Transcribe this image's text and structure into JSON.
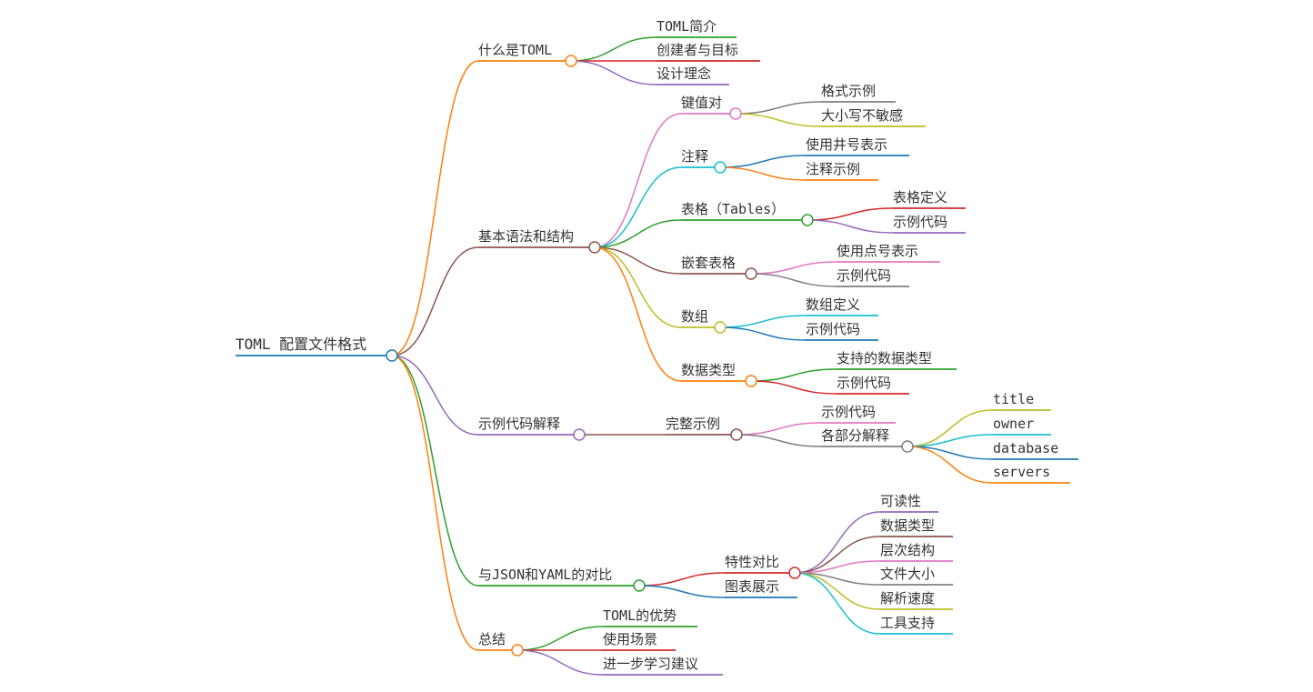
{
  "colors": {
    "root": "#1f77b4",
    "orange": "#ff7f0e",
    "brown": "#8c564b",
    "purple": "#9467bd",
    "green": "#2ca02c",
    "red": "#d62728",
    "pink": "#e377c2",
    "gray": "#7f7f7f",
    "olive": "#bcbd22",
    "cyan": "#17becf",
    "blue": "#1f77b4"
  },
  "mindmap": {
    "root": "TOML 配置文件格式",
    "what_is": {
      "label": "什么是TOML",
      "children": [
        "TOML简介",
        "创建者与目标",
        "设计理念"
      ]
    },
    "syntax": {
      "label": "基本语法和结构",
      "key_value": {
        "label": "键值对",
        "children": [
          "格式示例",
          "大小写不敏感"
        ]
      },
      "comments": {
        "label": "注释",
        "children": [
          "使用井号表示",
          "注释示例"
        ]
      },
      "tables": {
        "label": "表格（Tables）",
        "children": [
          "表格定义",
          "示例代码"
        ]
      },
      "nested_tables": {
        "label": "嵌套表格",
        "children": [
          "使用点号表示",
          "示例代码"
        ]
      },
      "arrays": {
        "label": "数组",
        "children": [
          "数组定义",
          "示例代码"
        ]
      },
      "data_types": {
        "label": "数据类型",
        "children": [
          "支持的数据类型",
          "示例代码"
        ]
      }
    },
    "example": {
      "label": "示例代码解释",
      "full": {
        "label": "完整示例",
        "code": "示例代码",
        "parts": {
          "label": "各部分解释",
          "children": [
            "title",
            "owner",
            "database",
            "servers"
          ]
        }
      }
    },
    "compare": {
      "label": "与JSON和YAML的对比",
      "features": {
        "label": "特性对比",
        "children": [
          "可读性",
          "数据类型",
          "层次结构",
          "文件大小",
          "解析速度",
          "工具支持"
        ]
      },
      "chart": "图表展示"
    },
    "summary": {
      "label": "总结",
      "children": [
        "TOML的优势",
        "使用场景",
        "进一步学习建议"
      ]
    }
  }
}
